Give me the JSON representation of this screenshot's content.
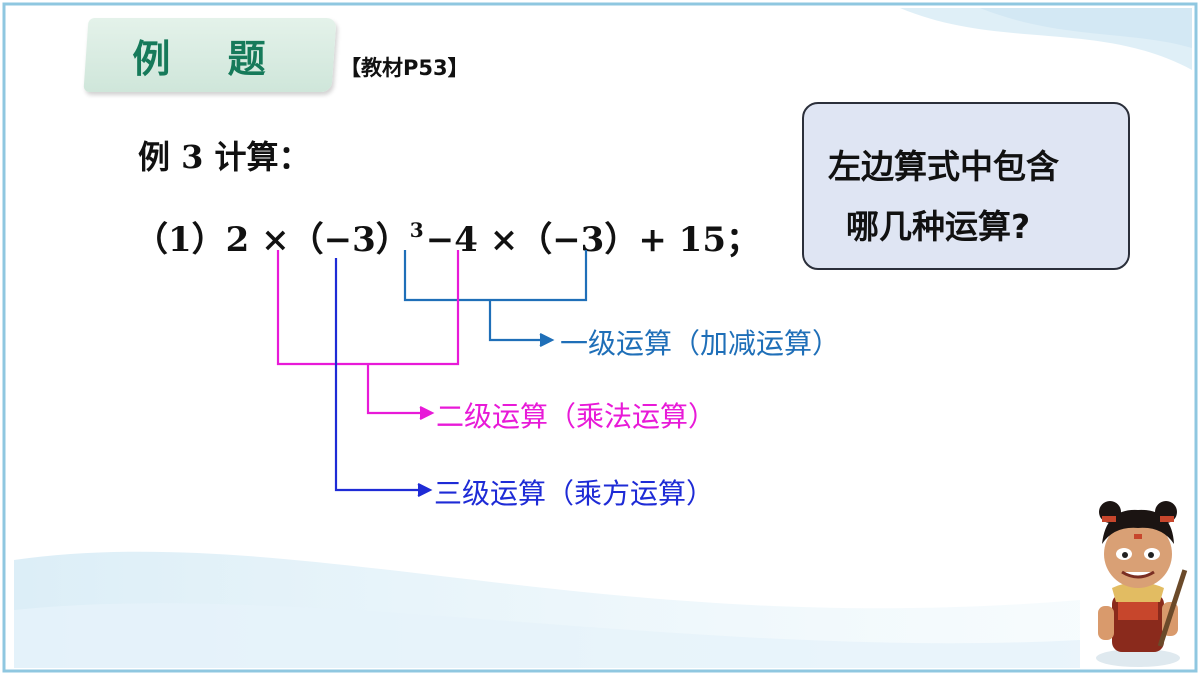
{
  "header": {
    "title": "例 题",
    "reference": "【教材P53】"
  },
  "example": {
    "heading": "例 3  计算：",
    "expression_part1": "（1）2 ×（−3）",
    "exponent": "3",
    "expression_part2": "−4 ×（−3）+ 15；"
  },
  "question": {
    "line1": "左边算式中包含",
    "line2": "哪几种运算?"
  },
  "annotations": {
    "level1": "一级运算（加减运算）",
    "level2": "二级运算（乘法运算）",
    "level3": "三级运算（乘方运算）"
  },
  "colors": {
    "level1": "#1f6fb8",
    "level2": "#e81ad8",
    "level3": "#1e2bd6",
    "title_green": "#167a5a",
    "box_fill": "#dfe5f3"
  }
}
